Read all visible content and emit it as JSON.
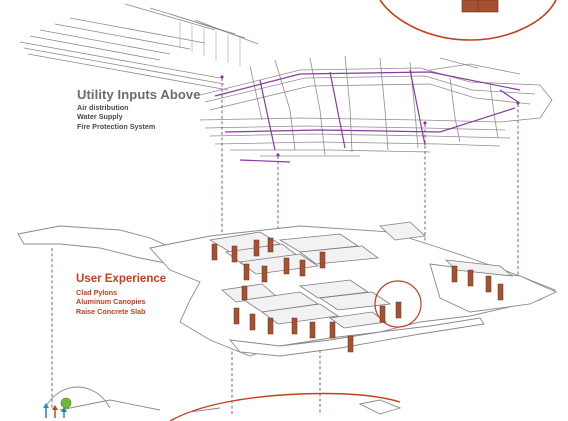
{
  "colors": {
    "accent_red": "#c3401f",
    "pipe_purple": "#8a3aa0",
    "pylon_brown": "#a55233",
    "line_gray": "#8a8a8a",
    "label_gray": "#6b6b6b"
  },
  "utility": {
    "title": "Utility Inputs Above",
    "items": [
      "Air distribution",
      "Water Supply",
      "Fire Protection System"
    ]
  },
  "user_experience": {
    "title": "User Experience",
    "items": [
      "Clad Pylons",
      "Aluminum Canopies",
      "Raise Concrete Slab"
    ]
  }
}
